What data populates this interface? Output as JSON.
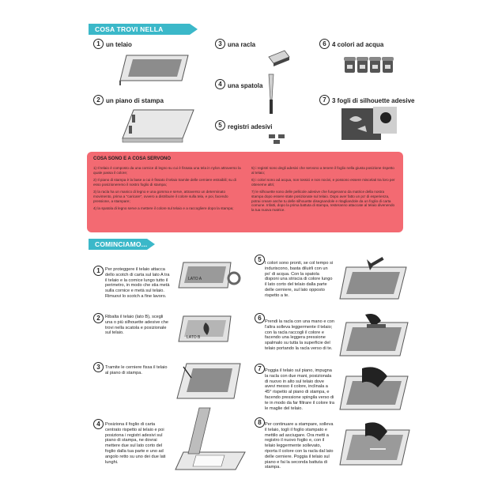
{
  "sections": {
    "box_title": "COSA TROVI NELLA SCATOLA",
    "start_title": "COMINCIAMO..."
  },
  "box_items": [
    {
      "number": "1",
      "label": "un telaio"
    },
    {
      "number": "2",
      "label": "un piano di stampa"
    },
    {
      "number": "3",
      "label": "una racla"
    },
    {
      "number": "4",
      "label": "una spatola"
    },
    {
      "number": "5",
      "label": "registri adesivi"
    },
    {
      "number": "6",
      "label": "4 colori ad acqua"
    },
    {
      "number": "7",
      "label": "3 fogli di silhouette adesive"
    }
  ],
  "info_panel": {
    "title": "COSA SONO E A COSA SERVONO",
    "left_paragraphs": [
      "1) Il telaio è composto da una cornice di legno su cui è fissata una tela in nylon attraverso la quale passa il colore;",
      "2) Il piano di stampa è la base a cui è fissato il telaio tramite delle cerniere estraibili; su di esso posizioneremo il nostro foglio di stampa;",
      "3) la racla ha un manico di legno e una gomma e serve, attraverso un determinato movimento, prima a \"caricare\", ovvero a distribuire il colore sulla tela, e poi, facendo pressione, a stampare;",
      "4) la spatola di legno serve a mettere il colore sul telaio e a raccogliere dopo la stampa;"
    ],
    "right_paragraphs": [
      "5) i registri sono degli adesivi che servono a tenere il foglio nella giusta posizione rispetto al telaio;",
      "6) i colori sono ad acqua, non tossici e non nocivi, e possono essere miscelati tra loro per ottenerne altri;",
      "7) le silhouette sono delle pellicole adesive che fungeranno da matrice della nostra stampa dopo essere state posizionate sul telaio. Dopo aver fatto un po' di esperienza, potrai creare anche tu delle silhouette disegnandole e ritagliandole da un foglio di carta comune. Infatti, dopo la prima battuta di stampa, resteranno attaccate al telaio divenendo la tua nuova matrice."
    ]
  },
  "steps": [
    {
      "number": "1",
      "text": "Per proteggere il telaio attacca dello scotch di carta sul lato A tra il telaio e la cornice lungo tutto il perimetro, in modo che stia metà sulla cornice e metà sul telaio. Rimuovi lo scotch a fine lavoro.",
      "image_label": "LATO A"
    },
    {
      "number": "2",
      "text": "Ribalta il telaio (lato B), scegli una o più silhouette adesive che trovi nella scatola e posizionale sul telaio.",
      "image_label": "LATO B"
    },
    {
      "number": "3",
      "text": "Tramite le cerniere fissa il telaio al piano di stampa."
    },
    {
      "number": "4",
      "text": "Posiziona il foglio di carta centrato rispetto al telaio e poi posiziona i registri adesivi sul piano di stampa, ne dovrai mettere due sul lato corto del foglio dalla tua parte e uno ad angolo retto su uno dei due lati lunghi."
    },
    {
      "number": "5",
      "text": "I colori sono pronti, se col tempo si induriscono, basta diluirli con un po' di acqua. Con la spatola disponi una striscia di colore lungo il lato corto del telaio dalla parte delle cerniere, sul lato opposto rispetto a te."
    },
    {
      "number": "6",
      "text": "Prendi la racla con una mano e con l'altra solleva leggermente il telaio; con la racla raccogli il colore e facendo una leggera pressione spalmalo su tutta la superficie del telaio portando la racla verso di te."
    },
    {
      "number": "7",
      "text": "Poggia il telaio sul piano, impugna la racla con due mani, posizionala di nuovo in alto sul telaio dove avevi messo il colore, inclinala a 45° rispetto al piano di stampa, e facendo pressione spingila verso di te in modo da far filtrare il colore tra le maglie del telaio."
    },
    {
      "number": "8",
      "text": "Per continuare a stampare, solleva il telaio, togli il foglio stampato e mettilo ad asciugare. Ora metti a registro il nuovo foglio e, con il telaio leggermente sollevato, riporta il colore con la racla dal lato delle cerniere. Poggia il telaio sul piano e fai la seconda battuta di stampa."
    }
  ],
  "colors": {
    "accent": "#3bb8c9",
    "panel": "#f36a72"
  }
}
